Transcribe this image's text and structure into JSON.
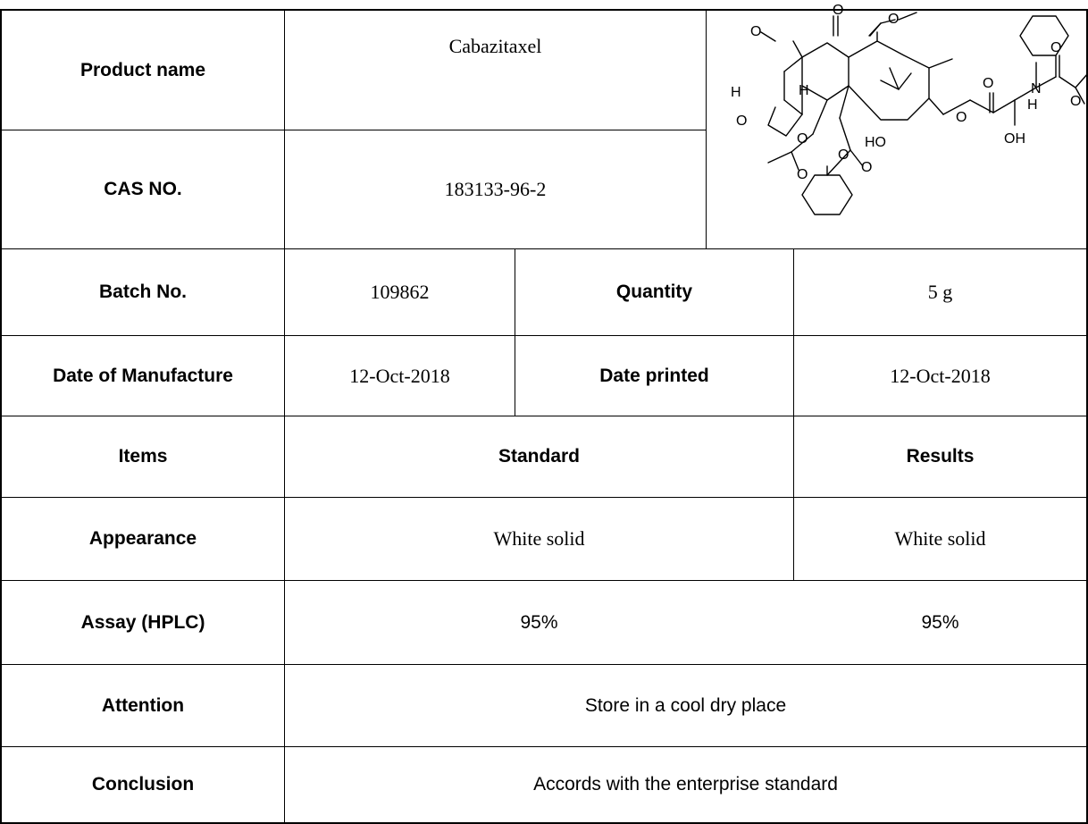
{
  "product": {
    "label": "Product name",
    "value": "Cabazitaxel",
    "cas_label": "CAS NO.",
    "cas_value": "183133-96-2"
  },
  "batch": {
    "label": "Batch No.",
    "value": "109862",
    "quantity_label": "Quantity",
    "quantity_value": "5 g"
  },
  "dates": {
    "manufacture_label": "Date of Manufacture",
    "manufacture_value": "12-Oct-2018",
    "printed_label": "Date printed",
    "printed_value": "12-Oct-2018"
  },
  "header": {
    "items": "Items",
    "standard": "Standard",
    "results": "Results"
  },
  "rows": [
    {
      "item": "Appearance",
      "standard": "White solid",
      "result": "White solid"
    },
    {
      "item": "Assay (HPLC)",
      "standard": "95%",
      "result": "95%"
    }
  ],
  "attention": {
    "label": "Attention",
    "value": "Store in a cool dry place"
  },
  "conclusion": {
    "label": "Conclusion",
    "value": "Accords with the enterprise standard"
  },
  "structure_atoms": {
    "o": "O",
    "h": "H",
    "ho": "HO",
    "oh": "OH",
    "n": "N",
    "nh_h": "H"
  }
}
